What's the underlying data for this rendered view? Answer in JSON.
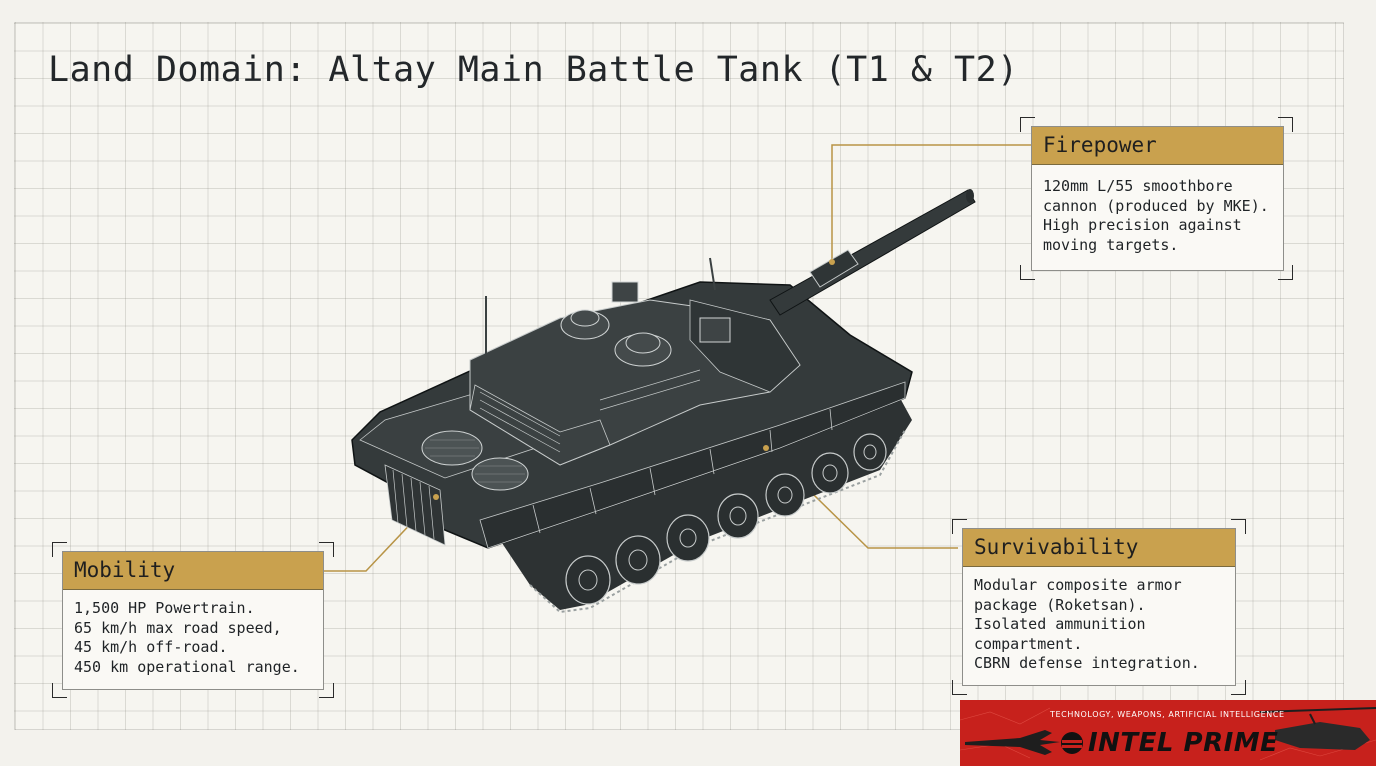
{
  "page": {
    "title": "Land Domain: Altay Main Battle Tank (T1 & T2)"
  },
  "callouts": {
    "firepower": {
      "title": "Firepower",
      "lines": [
        "120mm L/55 smoothbore",
        "cannon (produced by MKE).",
        "High precision against",
        "moving targets."
      ]
    },
    "mobility": {
      "title": "Mobility",
      "lines": [
        "1,500 HP Powertrain.",
        "65 km/h max road speed,",
        "45 km/h off-road.",
        "450 km operational range."
      ]
    },
    "survivability": {
      "title": "Survivability",
      "lines": [
        "Modular composite armor",
        "package (Roketsan).",
        "Isolated ammunition",
        "compartment.",
        "CBRN defense integration."
      ]
    }
  },
  "banner": {
    "tagline": "TECHNOLOGY, WEAPONS, ARTIFICIAL INTELLIGENCE",
    "brand": "INTEL PRIME"
  },
  "colors": {
    "accent": "#c9a14e",
    "tank": "#343a3b",
    "leader": "#b89446",
    "banner": "#c7211c"
  },
  "icons": [
    "tank-illustration",
    "jet-icon",
    "helicopter-icon",
    "brand-logo-icon"
  ]
}
